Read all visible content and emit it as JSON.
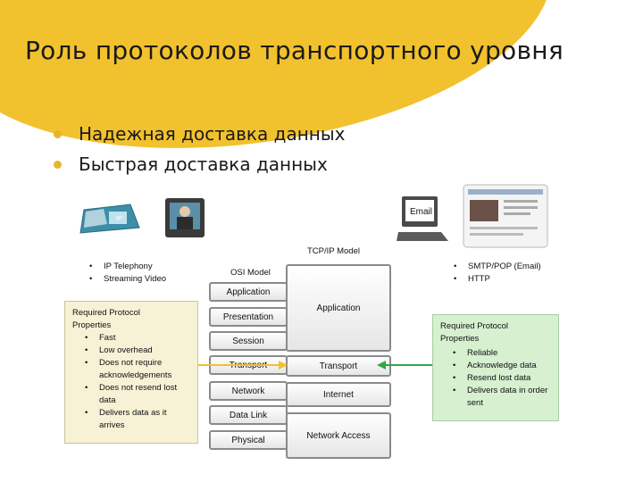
{
  "title": "Роль протоколов транспортного уровня",
  "bullets": [
    "Надежная доставка данных",
    "Быстрая доставка данных"
  ],
  "diagram": {
    "tcpip_label": "TCP/IP Model",
    "osi_label": "OSI Model",
    "osi_layers": [
      "Application",
      "Presentation",
      "Session",
      "Transport",
      "Network",
      "Data Link",
      "Physical"
    ],
    "tcpip_layers": [
      "Application",
      "Transport",
      "Internet",
      "Network Access"
    ],
    "left_apps": [
      "IP Telephony",
      "Streaming Video"
    ],
    "right_apps": [
      "SMTP/POP (Email)",
      "HTTP"
    ],
    "email_screen_label": "Email",
    "phone_label": "IP",
    "left_box": {
      "title_line1": "Required Protocol",
      "title_line2": "Properties",
      "items": [
        "Fast",
        "Low overhead",
        "Does not require acknowledgements",
        "Does not resend lost data",
        "Delivers data as it arrives"
      ]
    },
    "right_box": {
      "title_line1": "Required Protocol",
      "title_line2": "Properties",
      "items": [
        "Reliable",
        "Acknowledge data",
        "Resend lost data",
        "Delivers data in order sent"
      ]
    },
    "colors": {
      "left_arrow": "#f2c12e",
      "right_arrow": "#2ea84a",
      "blob": "#f2c12e"
    }
  }
}
